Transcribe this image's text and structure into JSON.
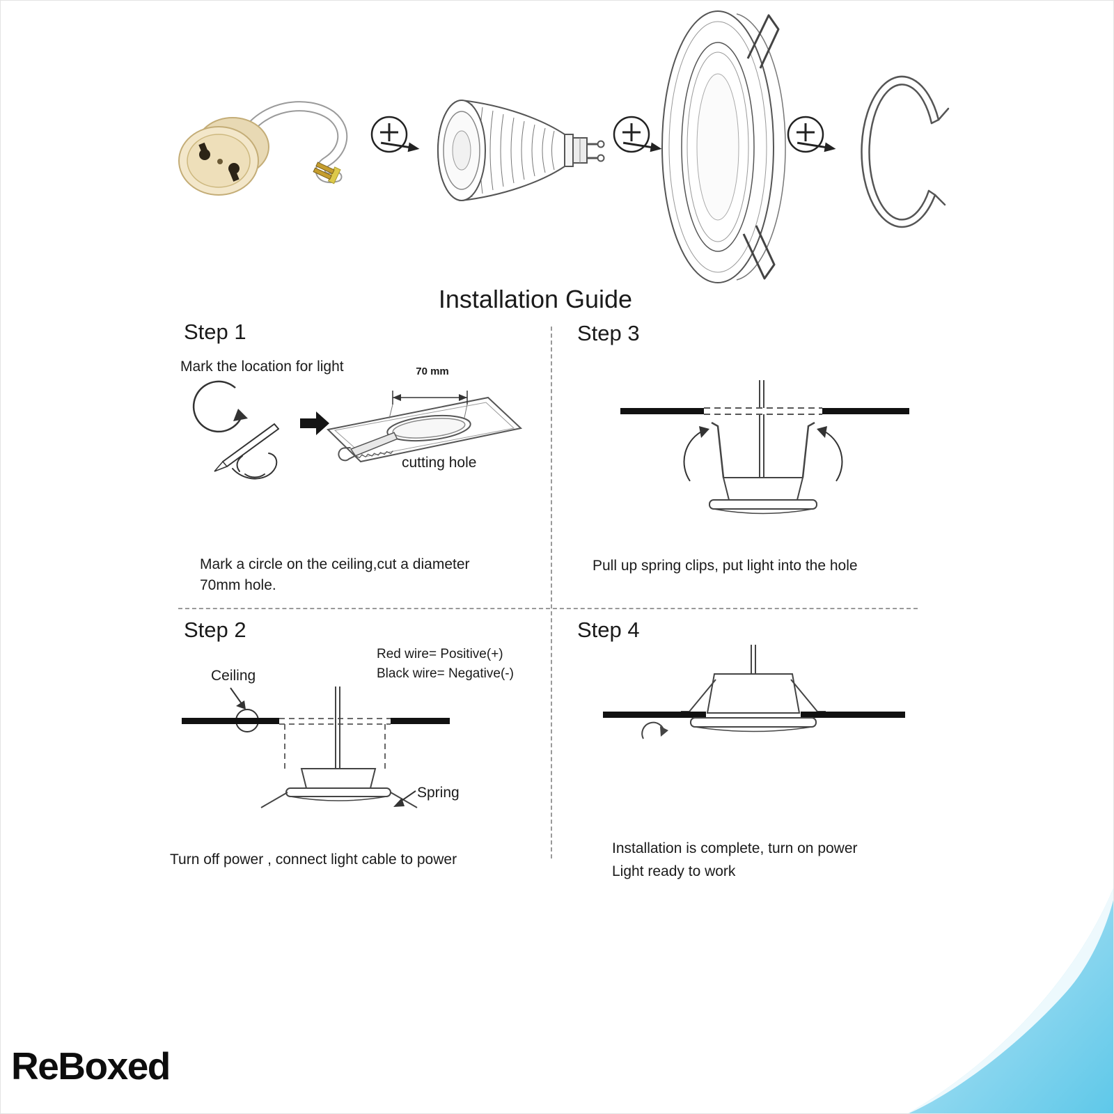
{
  "title": "Installation Guide",
  "logo": "ReBoxed",
  "icons": {
    "assembly_plus": "circle-plus-arrow",
    "circular_arrow": "draw-circle-arrow",
    "solid_right_arrow": "right-arrow",
    "saw": "cutting-saw"
  },
  "colors": {
    "curl_blue": "#5ec8e9",
    "socket_beige": "#f1e4c6",
    "line_dark": "#444444"
  },
  "steps": {
    "step1": {
      "label": "Step 1",
      "instruction": "Mark the location for light",
      "dimension": "70 mm",
      "cutting_label": "cutting hole",
      "caption_line1": "Mark a circle on the ceiling,cut a diameter",
      "caption_line2": "70mm hole."
    },
    "step2": {
      "label": "Step 2",
      "ceiling_label": "Ceiling",
      "wire_note_line1": "Red wire= Positive(+)",
      "wire_note_line2": "Black wire= Negative(-)",
      "spring_label": "Spring",
      "caption": "Turn off power , connect light cable to power"
    },
    "step3": {
      "label": "Step 3",
      "caption": "Pull up spring clips, put light into the hole"
    },
    "step4": {
      "label": "Step 4",
      "caption_line1": "Installation is complete, turn on power",
      "caption_line2": "Light ready to work"
    }
  }
}
